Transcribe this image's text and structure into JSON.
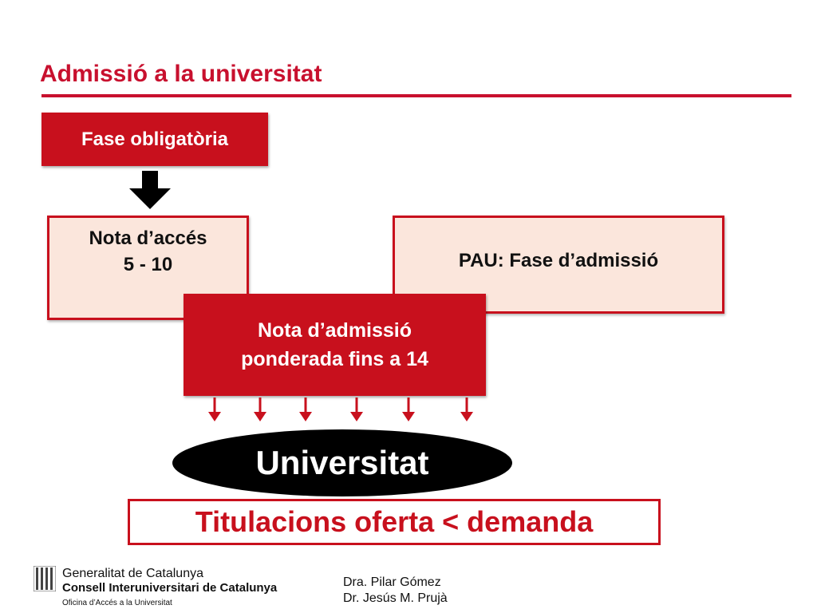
{
  "title": "Admissió a la universitat",
  "boxes": {
    "fase_obligatoria": "Fase obligatòria",
    "nota_acces_line1": "Nota d’accés",
    "nota_acces_line2": "5 - 10",
    "pau": "PAU: Fase d’admissió",
    "nota_admissio_line1": "Nota d’admissió",
    "nota_admissio_line2": "ponderada fins a 14",
    "universitat": "Universitat",
    "titulacions": "Titulacions oferta < demanda"
  },
  "footer": {
    "org1": "Generalitat de Catalunya",
    "org2": "Consell Interuniversitari de Catalunya",
    "org3": "Oficina d’Accés a la Universitat",
    "author1": "Dra. Pilar Gómez",
    "author2": "Dr. Jesús M. Prujà"
  },
  "colors": {
    "accent_red": "#c8101d",
    "light_fill": "#fbe6dc"
  }
}
